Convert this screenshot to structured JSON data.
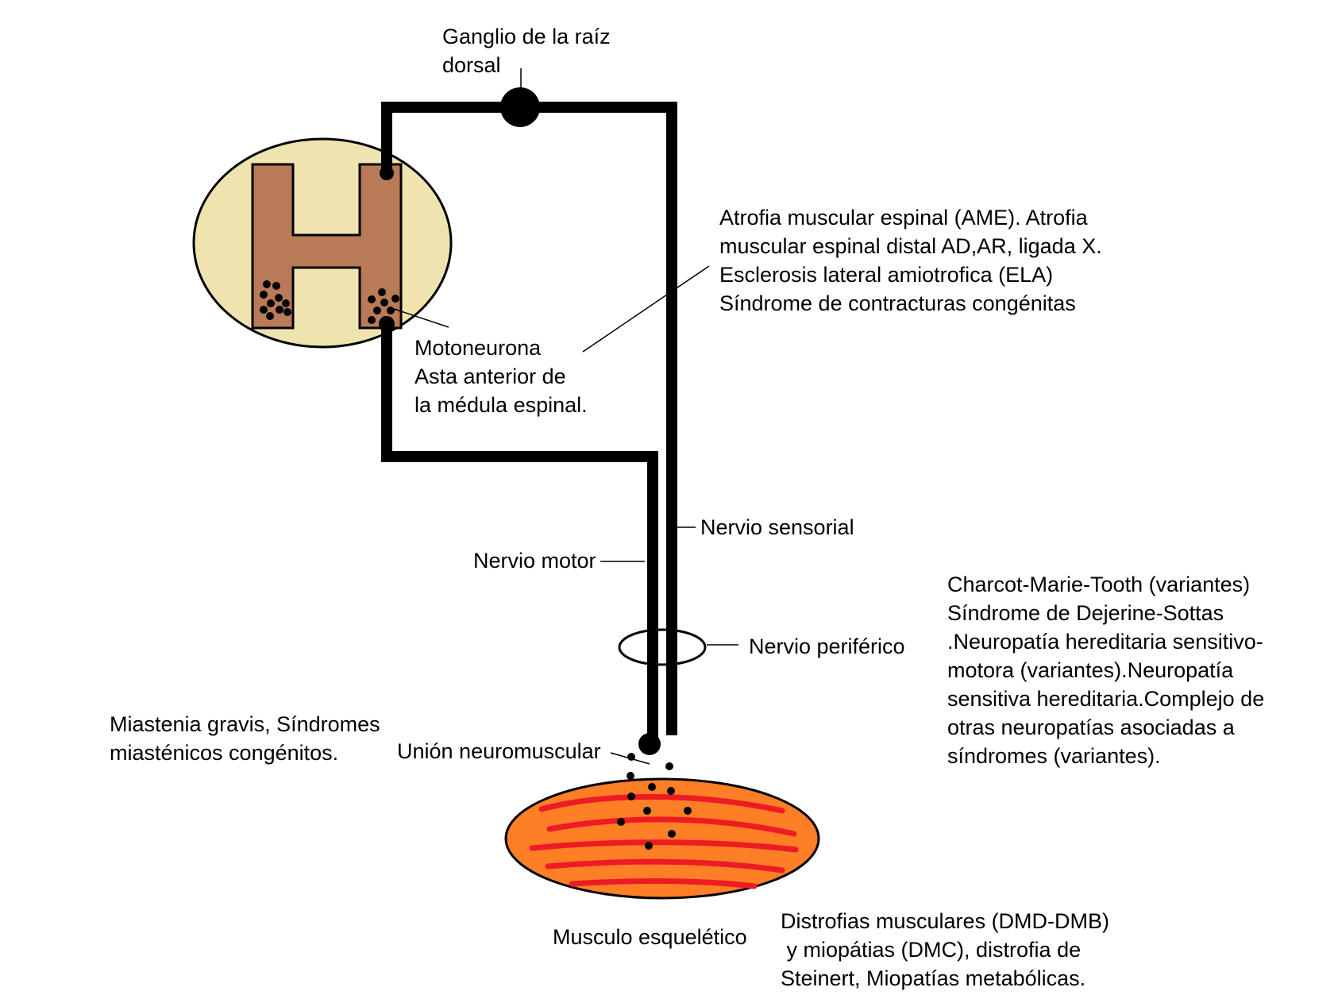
{
  "labels": {
    "ganglion": [
      "Ganglio de la raíz",
      "dorsal"
    ],
    "motoneuron": [
      "Motoneurona",
      "Asta anterior de",
      "la médula espinal."
    ],
    "motoneuron_diseases": [
      "Atrofia muscular espinal (AME). Atrofia",
      "muscular espinal distal AD,AR, ligada X.",
      "Esclerosis lateral amiotrofica  (ELA)",
      "Síndrome de contracturas congénitas"
    ],
    "sensory_nerve": "Nervio sensorial",
    "motor_nerve": "Nervio motor",
    "peripheral_nerve": "Nervio periférico",
    "neuropathy_diseases": [
      "Charcot-Marie-Tooth  (variantes)",
      "Síndrome de Dejerine-Sottas",
      ".Neuropatía  hereditaria sensitivo-",
      "motora (variantes).Neuropatía",
      "sensitiva hereditaria.Complejo de",
      "otras neuropatías asociadas a",
      "síndromes (variantes)."
    ],
    "nmj_diseases": [
      "Miastenia gravis, Síndromes",
      "miasténicos congénitos."
    ],
    "nmj": "Unión neuromuscular",
    "muscle": "Musculo esquelético",
    "muscle_diseases": [
      "Distrofias musculares (DMD-DMB)",
      " y miopátias (DMC), distrofia de",
      "Steinert, Miopatías metabólicas."
    ]
  },
  "colors": {
    "spinal_cord_fill": "#efe4b0",
    "gray_matter_fill": "#b97a57",
    "muscle_fill": "#ff7f27",
    "muscle_fibers": "#ed1c24",
    "nerve": "#000000"
  }
}
